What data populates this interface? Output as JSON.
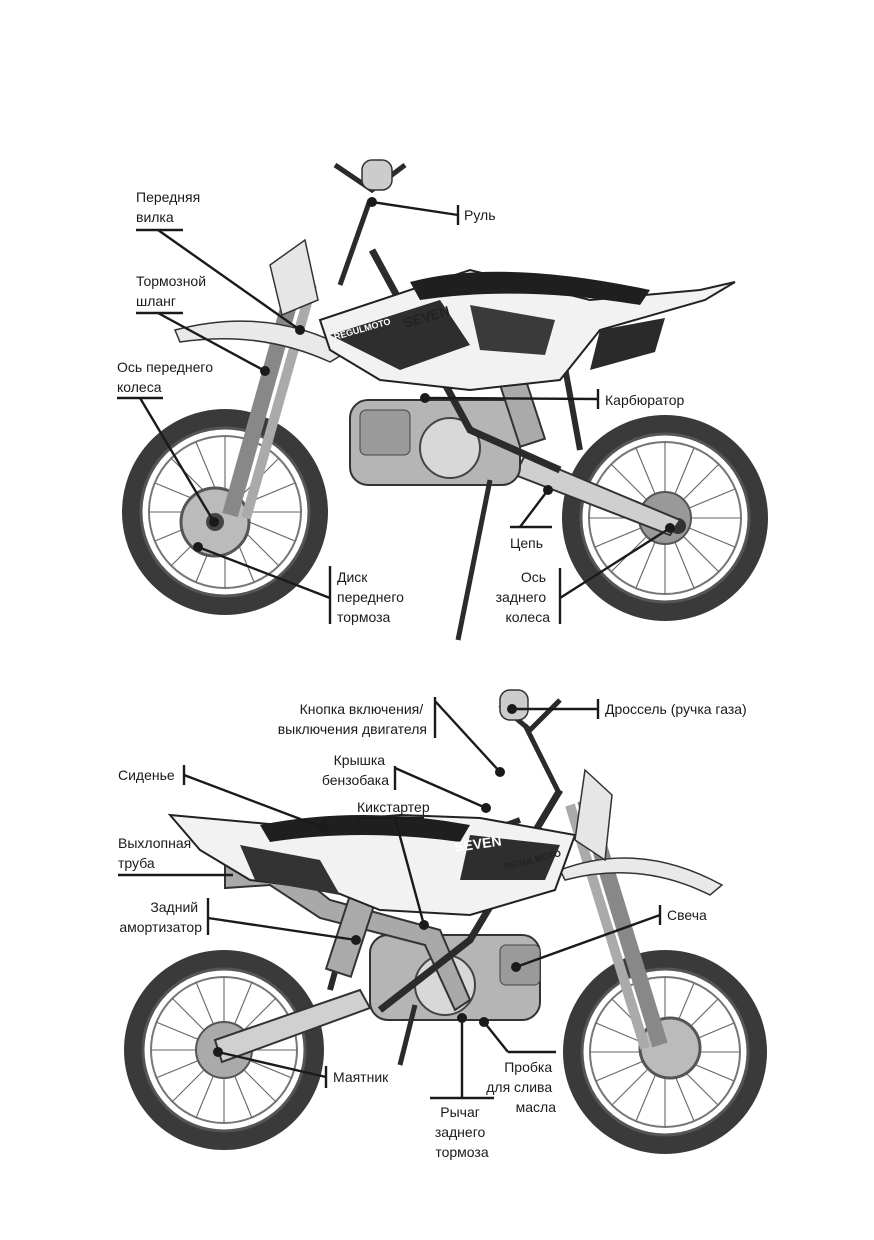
{
  "top_figure": {
    "labels": {
      "front_fork": [
        "Передняя",
        "вилка"
      ],
      "brake_hose": [
        "Тормозной",
        "шланг"
      ],
      "front_axle": [
        "Ось переднего",
        "колеса"
      ],
      "handlebar": [
        "Руль"
      ],
      "carburetor": [
        "Карбюратор"
      ],
      "chain": [
        "Цепь"
      ],
      "front_brake_disc": [
        "Диск",
        "переднего",
        "тормоза"
      ],
      "rear_axle": [
        "Ось",
        "заднего",
        "колеса"
      ]
    },
    "decals": {
      "brand": "REGULMOTO",
      "model": "SEVEN"
    }
  },
  "bottom_figure": {
    "labels": {
      "kill_switch": [
        "Кнопка включения/",
        "выключения двигателя"
      ],
      "throttle": [
        "Дроссель (ручка газа)"
      ],
      "fuel_cap": [
        "Крышка",
        "бензобака"
      ],
      "seat": [
        "Сиденье"
      ],
      "kickstarter": [
        "Кикстартер"
      ],
      "exhaust": [
        "Выхлопная",
        "труба"
      ],
      "rear_shock": [
        "Задний",
        "амортизатор"
      ],
      "spark_plug": [
        "Свеча"
      ],
      "swingarm": [
        "Маятник"
      ],
      "oil_drain_plug": [
        "Пробка",
        "для слива",
        "масла"
      ],
      "rear_brake_lever": [
        "Рычаг",
        "заднего",
        "тормоза"
      ]
    },
    "decals": {
      "brand": "REGULMOTO",
      "model": "SEVEN"
    }
  }
}
